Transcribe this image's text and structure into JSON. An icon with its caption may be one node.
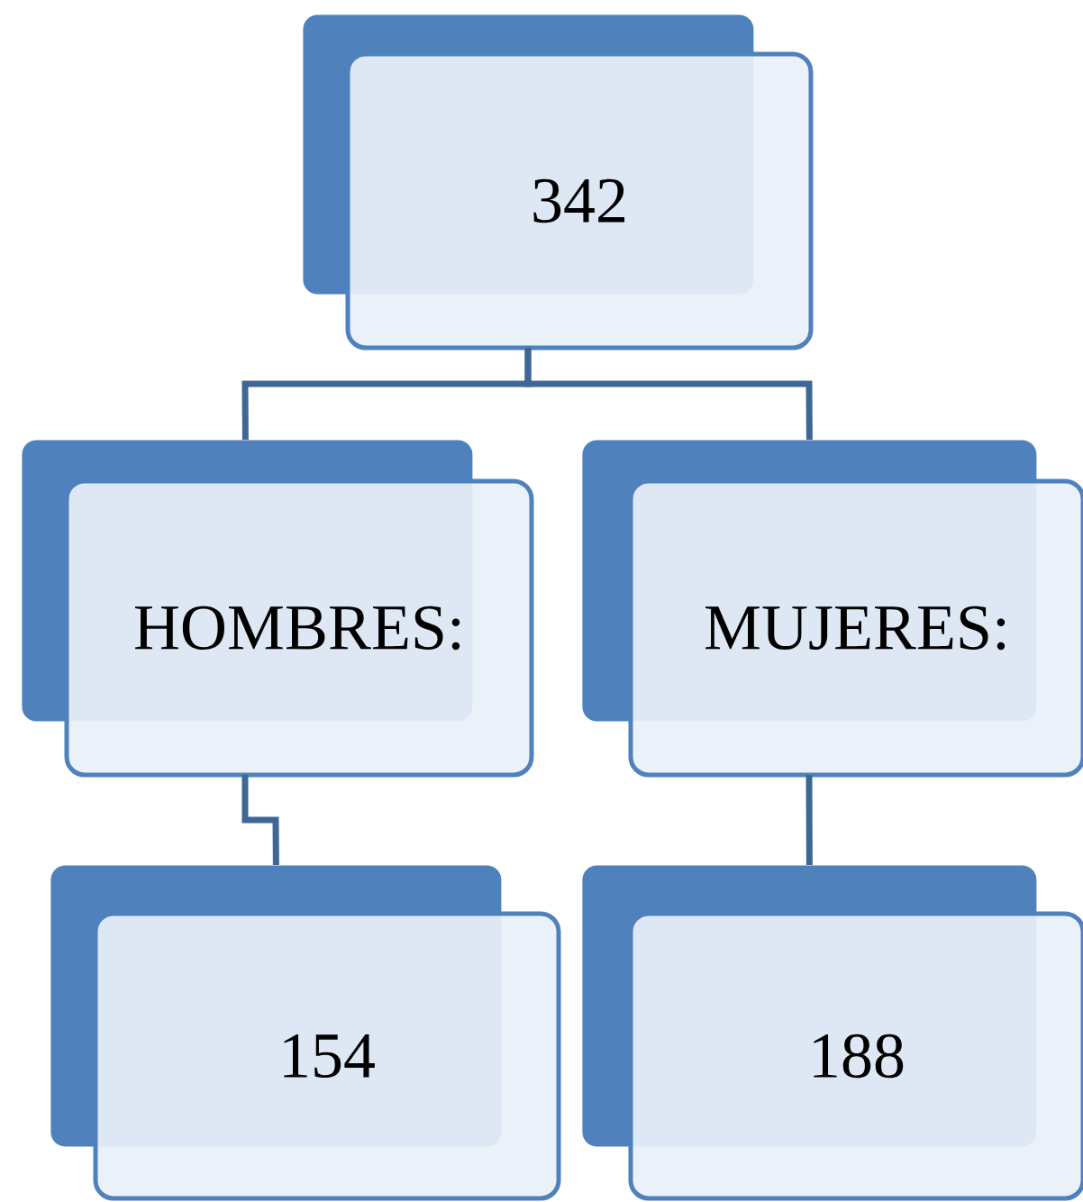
{
  "diagram": {
    "nodes": [
      {
        "text": [
          "342"
        ]
      },
      {
        "text": [
          "HOMBRES:"
        ]
      },
      {
        "text": [
          "MUJERES:"
        ]
      },
      {
        "text": [
          "154"
        ]
      },
      {
        "text": [
          "188"
        ]
      }
    ],
    "edges": [
      {
        "from": 0,
        "to": 1,
        "arrow": "none"
      },
      {
        "from": 0,
        "to": 2,
        "arrow": "none"
      },
      {
        "from": 1,
        "to": 3,
        "arrow": "none"
      },
      {
        "from": 2,
        "to": 4,
        "arrow": "none"
      }
    ]
  }
}
